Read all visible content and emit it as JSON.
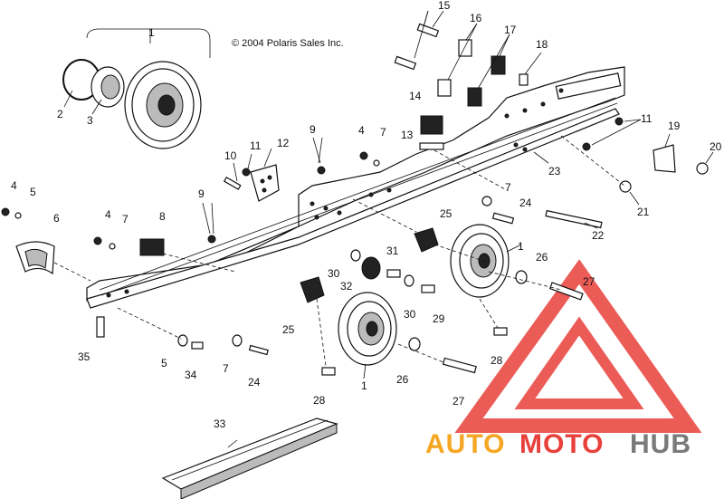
{
  "diagram": {
    "copyright": "© 2004 Polaris Sales Inc.",
    "callouts": [
      {
        "id": "c1a",
        "text": "1"
      },
      {
        "id": "c1b",
        "text": "1"
      },
      {
        "id": "c1c",
        "text": "1"
      },
      {
        "id": "c2",
        "text": "2"
      },
      {
        "id": "c3",
        "text": "3"
      },
      {
        "id": "c4a",
        "text": "4"
      },
      {
        "id": "c4b",
        "text": "4"
      },
      {
        "id": "c4c",
        "text": "4"
      },
      {
        "id": "c5a",
        "text": "5"
      },
      {
        "id": "c5b",
        "text": "5"
      },
      {
        "id": "c6",
        "text": "6"
      },
      {
        "id": "c7a",
        "text": "7"
      },
      {
        "id": "c7b",
        "text": "7"
      },
      {
        "id": "c7c",
        "text": "7"
      },
      {
        "id": "c7d",
        "text": "7"
      },
      {
        "id": "c8",
        "text": "8"
      },
      {
        "id": "c9a",
        "text": "9"
      },
      {
        "id": "c9b",
        "text": "9"
      },
      {
        "id": "c10",
        "text": "10"
      },
      {
        "id": "c11a",
        "text": "11"
      },
      {
        "id": "c11b",
        "text": "11"
      },
      {
        "id": "c12",
        "text": "12"
      },
      {
        "id": "c13",
        "text": "13"
      },
      {
        "id": "c14",
        "text": "14"
      },
      {
        "id": "c15",
        "text": "15"
      },
      {
        "id": "c16",
        "text": "16"
      },
      {
        "id": "c17",
        "text": "17"
      },
      {
        "id": "c18",
        "text": "18"
      },
      {
        "id": "c19",
        "text": "19"
      },
      {
        "id": "c20",
        "text": "20"
      },
      {
        "id": "c21",
        "text": "21"
      },
      {
        "id": "c22",
        "text": "22"
      },
      {
        "id": "c23",
        "text": "23"
      },
      {
        "id": "c24a",
        "text": "24"
      },
      {
        "id": "c24b",
        "text": "24"
      },
      {
        "id": "c25a",
        "text": "25"
      },
      {
        "id": "c25b",
        "text": "25"
      },
      {
        "id": "c26a",
        "text": "26"
      },
      {
        "id": "c26b",
        "text": "26"
      },
      {
        "id": "c27a",
        "text": "27"
      },
      {
        "id": "c27b",
        "text": "27"
      },
      {
        "id": "c28a",
        "text": "28"
      },
      {
        "id": "c28b",
        "text": "28"
      },
      {
        "id": "c29",
        "text": "29"
      },
      {
        "id": "c30a",
        "text": "30"
      },
      {
        "id": "c30b",
        "text": "30"
      },
      {
        "id": "c31",
        "text": "31"
      },
      {
        "id": "c32",
        "text": "32"
      },
      {
        "id": "c33",
        "text": "33"
      },
      {
        "id": "c34",
        "text": "34"
      },
      {
        "id": "c35",
        "text": "35"
      }
    ]
  },
  "watermark": {
    "auto": "AUTO",
    "moto": "MOTO",
    "hub": "HUB",
    "colors": {
      "orange": "#f5a623",
      "red": "#e8403a",
      "grey": "#7a7a7a"
    }
  }
}
